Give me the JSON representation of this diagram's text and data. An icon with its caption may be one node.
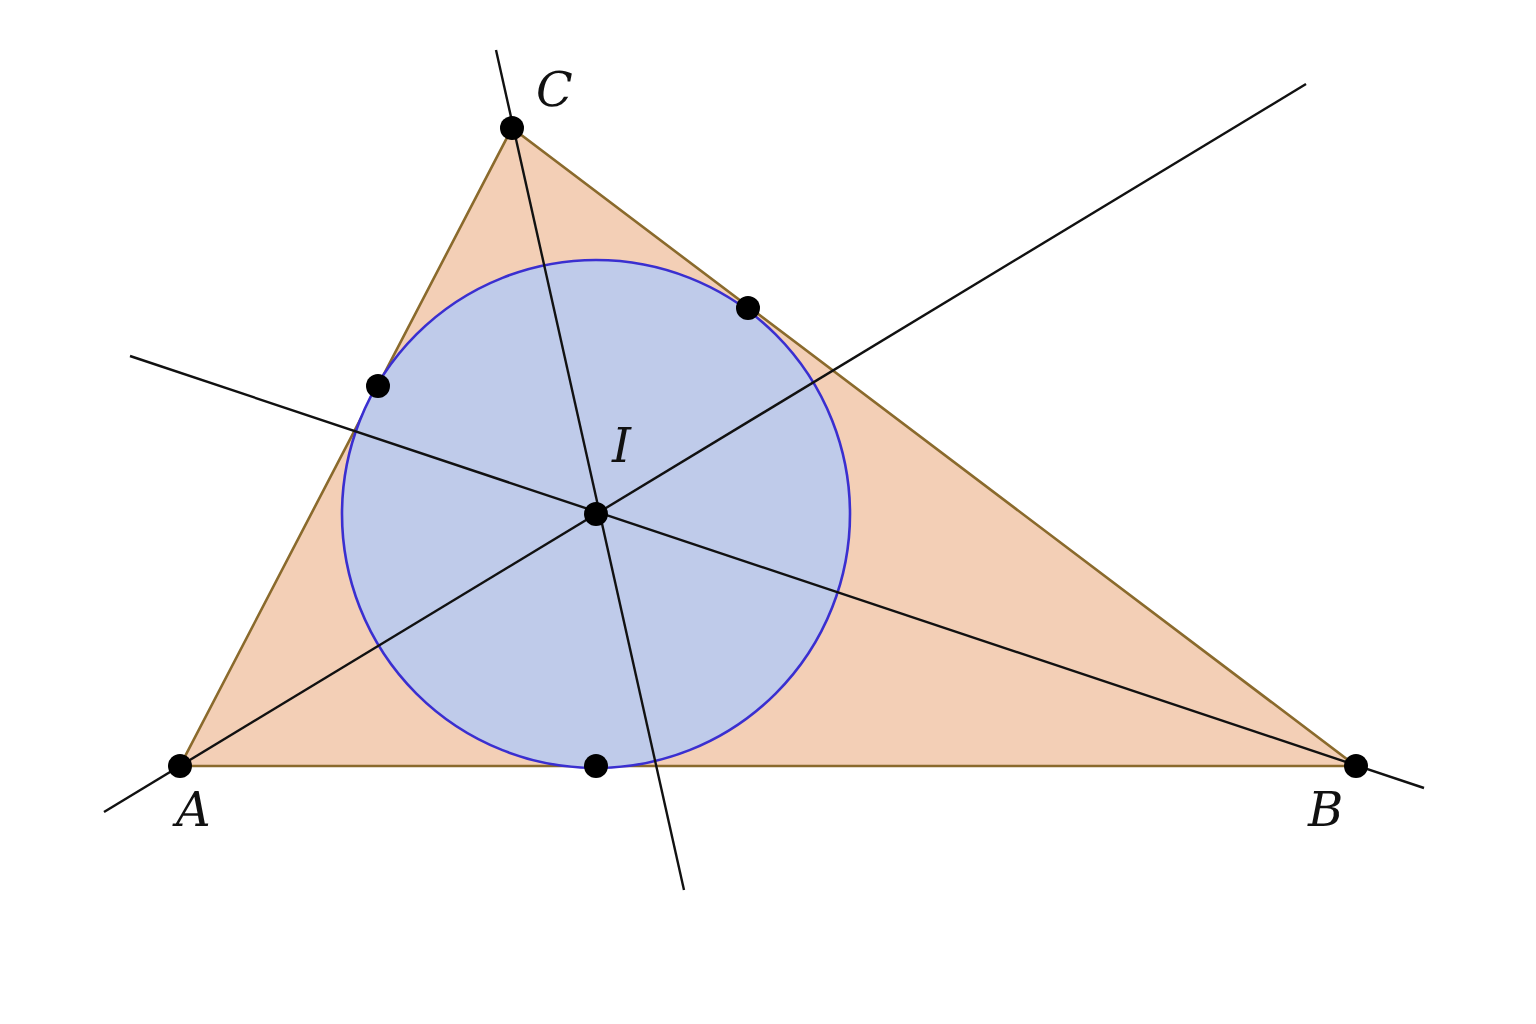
{
  "diagram": {
    "labels": [
      "C",
      "I",
      "A",
      "B"
    ]
  }
}
